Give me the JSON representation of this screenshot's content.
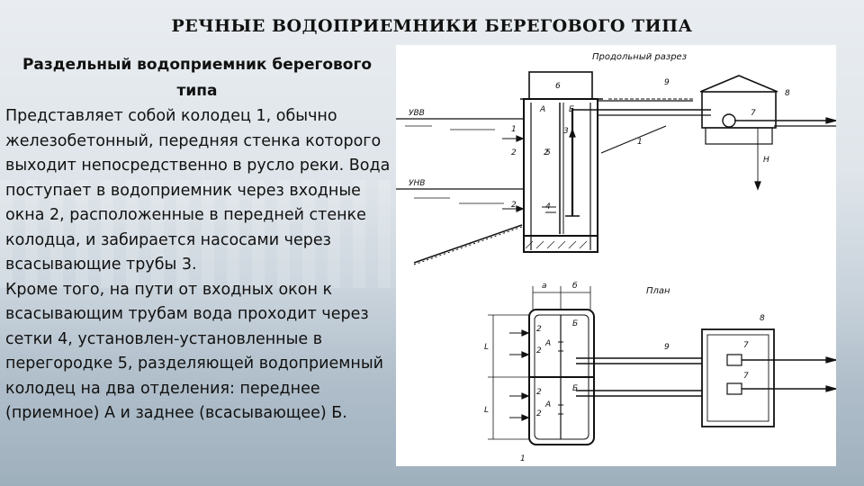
{
  "title": "РЕЧНЫЕ ВОДОПРИЕМНИКИ БЕРЕГОВОГО ТИПА",
  "subtitle": "Раздельный водоприемник берегового типа",
  "paragraphs": [
    "Представляет собой колодец 1, обычно железобетонный, передняя стенка которого выходит непосредственно в русло реки. Вода поступает в водоприемник через входные окна 2, расположенные в передней стенке колодца, и забирается насосами через всасывающие трубы 3.",
    "Кроме того, на пути от входных окон к всасывающим трубам вода проходит через сетки 4, установлен-установленные в перегородке 5, разделяющей водоприемный колодец на два отделения: переднее (приемное) А и заднее (всасывающее) Б."
  ],
  "figure": {
    "section_caption": "Продольный разрез",
    "plan_caption": "План",
    "levels": {
      "high": "УВВ",
      "low": "УНВ"
    },
    "dims": {
      "a": "а",
      "b": "б",
      "L1": "L",
      "L2": "L",
      "H": "H"
    },
    "compartments": {
      "A": "А",
      "B": "Б"
    },
    "numbers": {
      "n1": "1",
      "n2a": "2",
      "n2b": "2",
      "n2c": "2",
      "n3": "3",
      "n4": "4",
      "n5": "5",
      "n6": "6",
      "n7": "7",
      "n8": "8",
      "n9": "9",
      "n1_pipe": "1",
      "p2a": "2",
      "p2b": "2",
      "p2c": "2",
      "p2d": "2",
      "pA1": "А",
      "pB1": "Б",
      "pA2": "А",
      "pB2": "Б",
      "p7a": "7",
      "p7b": "7",
      "p8": "8",
      "p9": "9",
      "p1": "1"
    }
  }
}
